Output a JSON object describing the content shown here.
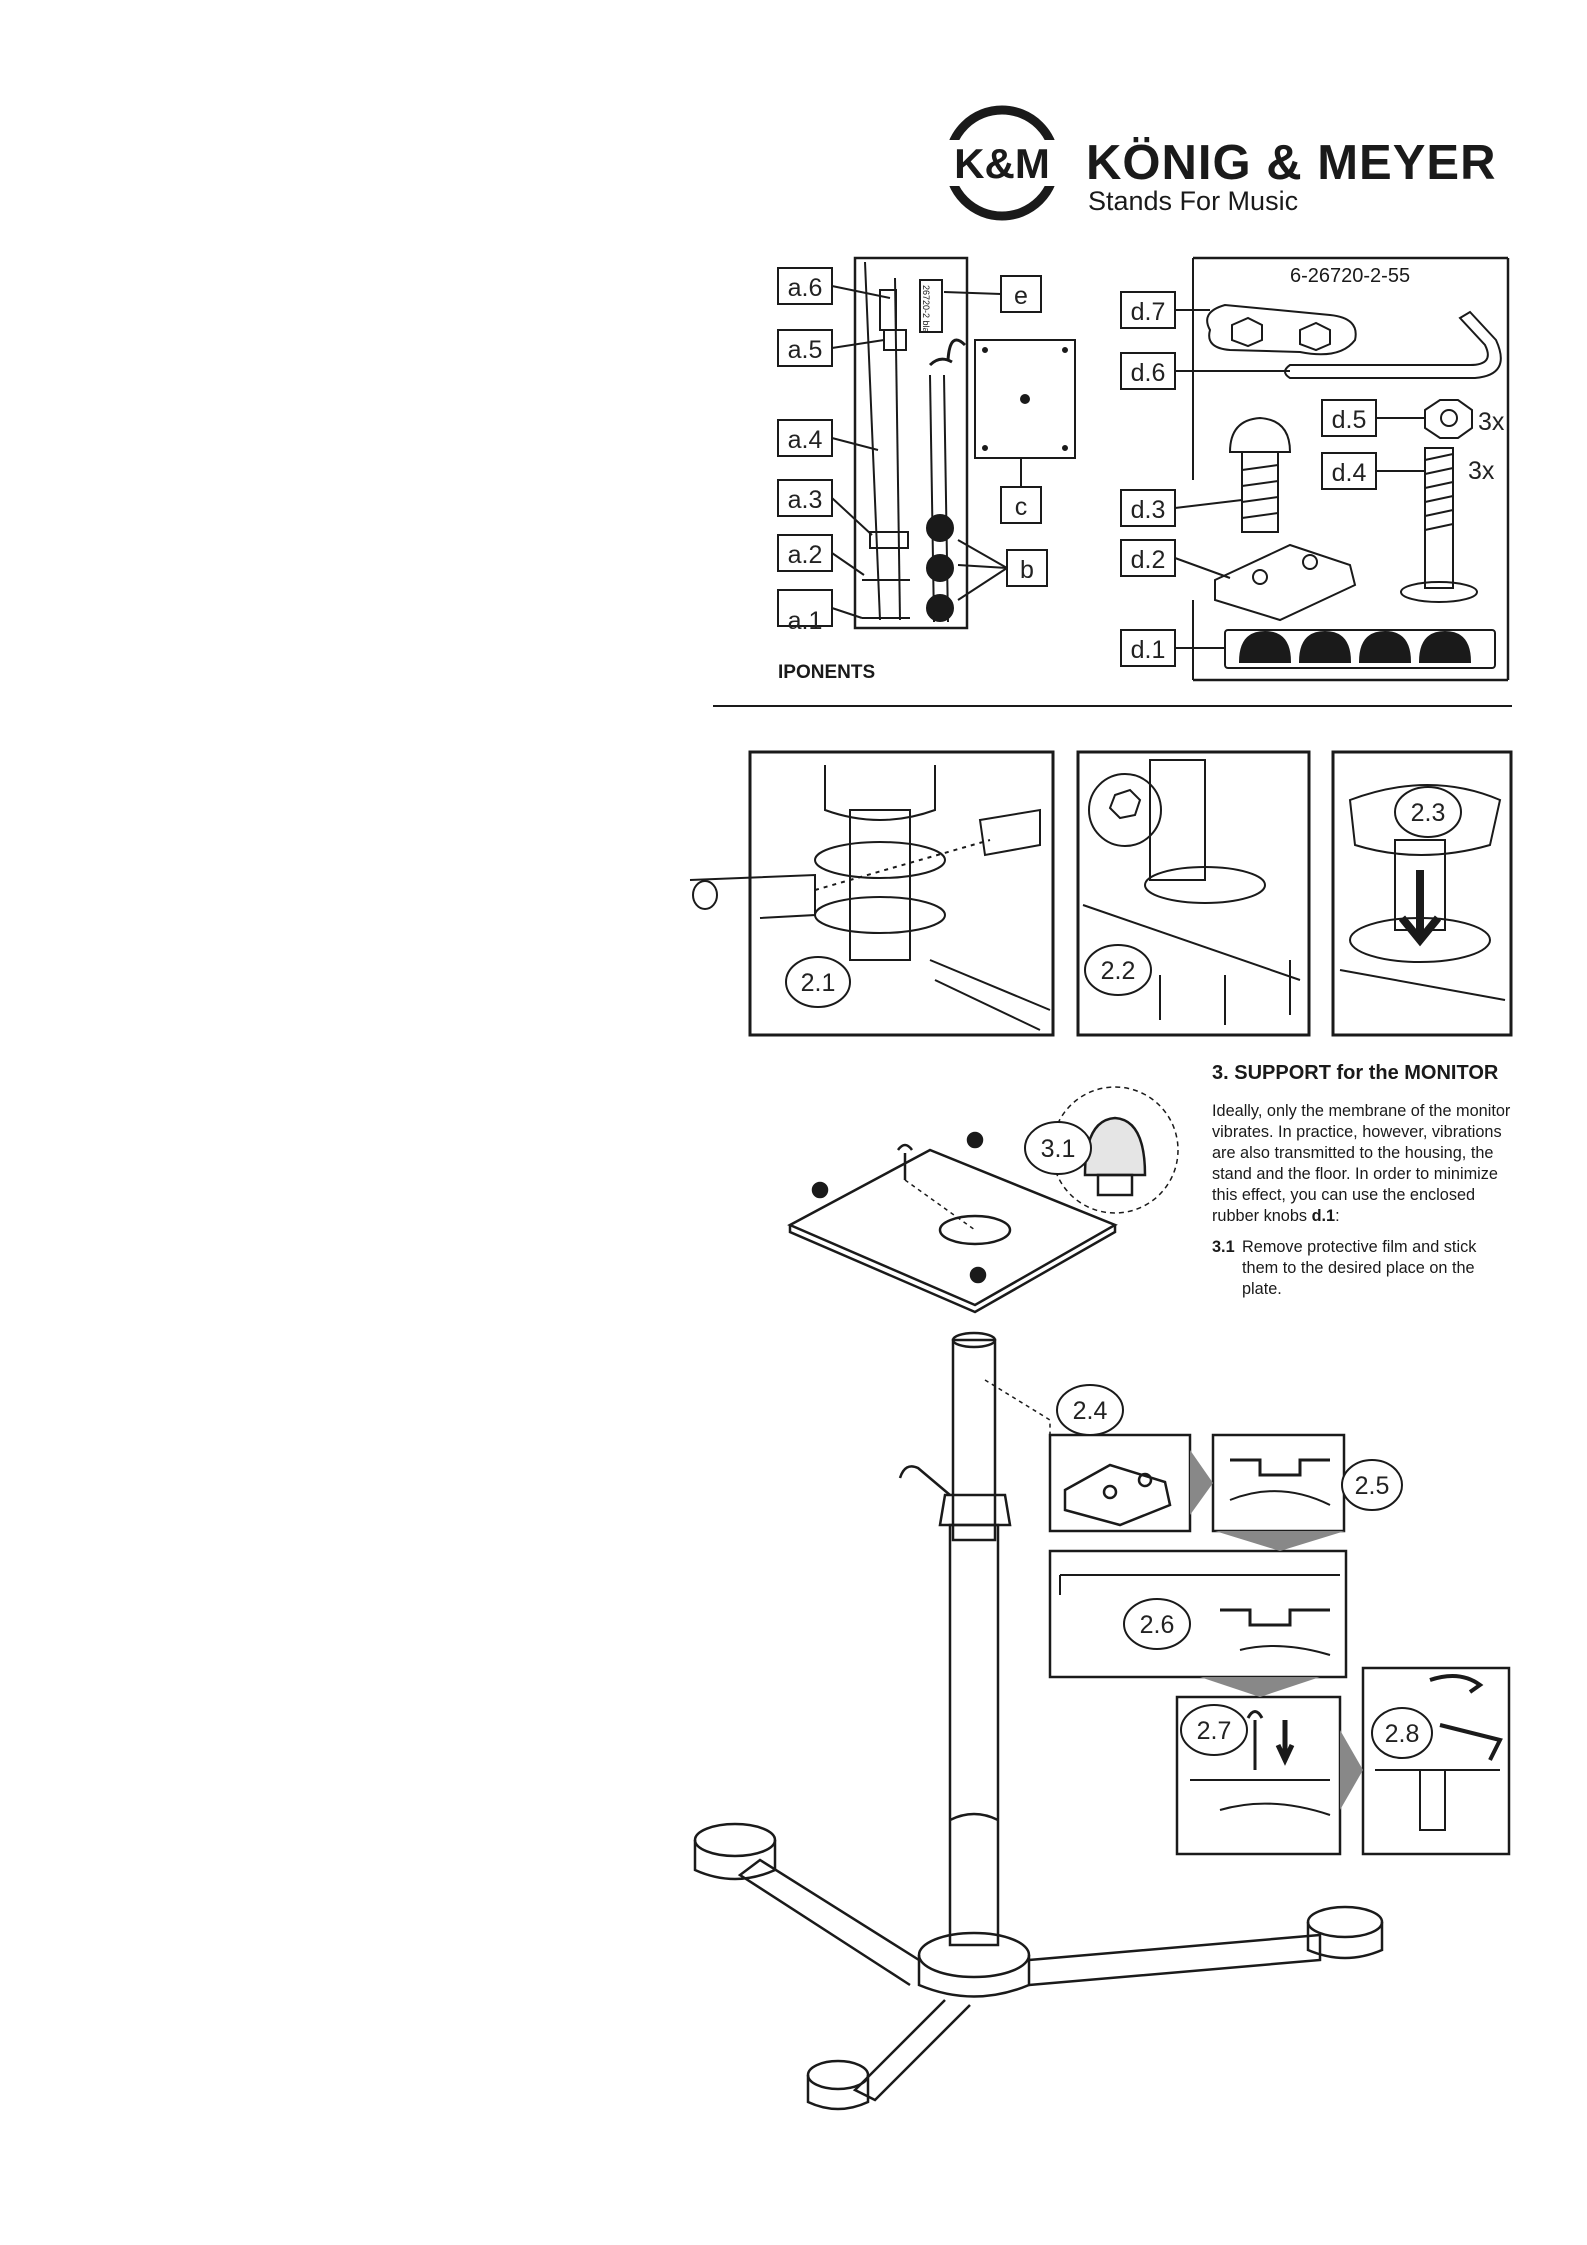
{
  "brand": {
    "logo_mark": "K&M",
    "name": "KÖNIG & MEYER",
    "tagline": "Stands For Music"
  },
  "components": {
    "caption": "IPONENTS",
    "part_number": "6-26720-2-55",
    "labels": [
      "a.1",
      "a.2",
      "a.3",
      "a.4",
      "a.5",
      "a.6",
      "b",
      "c",
      "e",
      "d.1",
      "d.2",
      "d.3",
      "d.4",
      "d.5",
      "d.6",
      "d.7"
    ],
    "quantity_d4": "3x",
    "quantity_d5": "3x",
    "tube_sticker": "26720-2 bla"
  },
  "steps": [
    "2.1",
    "2.2",
    "2.3",
    "2.4",
    "2.5",
    "2.6",
    "2.7",
    "2.8",
    "3.1"
  ],
  "section3": {
    "title": "3. SUPPORT for the MONITOR",
    "text_before": "Ideally, only the membrane of the monitor vibrates. In practice, however, vibrations are also transmitted to the housing, the stand and the floor. In order to minimize this effect, you can use the enclosed rubber knobs ",
    "text_bold": "d.1",
    "text_after": ":",
    "step_number": "3.1",
    "step_text": "Remove protective film and stick them to the desired place on the plate."
  }
}
